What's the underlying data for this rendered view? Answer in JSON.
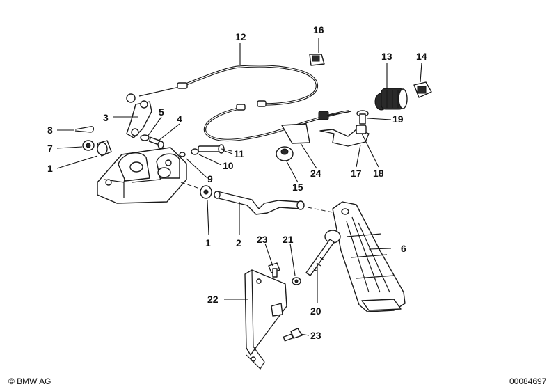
{
  "labels": {
    "p1a": "1",
    "p1b": "1",
    "p2": "2",
    "p3": "3",
    "p4": "4",
    "p5": "5",
    "p6": "6",
    "p7": "7",
    "p8": "8",
    "p9": "9",
    "p10": "10",
    "p11": "11",
    "p12": "12",
    "p13": "13",
    "p14": "14",
    "p15": "15",
    "p16": "16",
    "p17": "17",
    "p18": "18",
    "p19": "19",
    "p20": "20",
    "p21": "21",
    "p22": "22",
    "p23a": "23",
    "p23b": "23",
    "p24": "24"
  },
  "footer": {
    "copyright": "© BMW AG",
    "diagram_id": "00084697"
  }
}
